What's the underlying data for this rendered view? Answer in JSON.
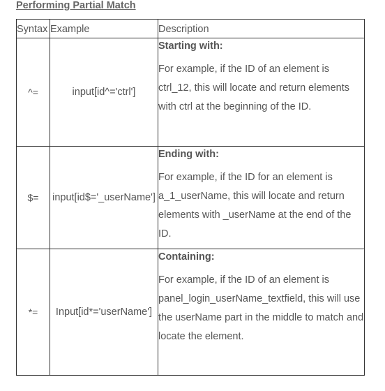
{
  "heading": "Performing Partial Match",
  "table": {
    "headers": {
      "syntax": "Syntax",
      "example": "Example",
      "description": "Description"
    },
    "rows": [
      {
        "syntax": "^=",
        "example": "input[id^='ctrl']",
        "title": "Starting with:",
        "body": "For example, if the ID of an element is ctrl_12, this will locate and return elements with ctrl at the beginning of the ID."
      },
      {
        "syntax": "$=",
        "example": "input[id$='_userName']",
        "title": "Ending with:",
        "body": "For example, if the ID for an element is a_1_userName, this will locate and return elements with _userName at the end of the ID."
      },
      {
        "syntax": "*=",
        "example": "Input[id*='userName']",
        "title": "Containing:",
        "body": "For example, if the ID of an element is panel_login_userName_textfield, this will use the userName part in the middle to match and locate the element."
      }
    ]
  }
}
